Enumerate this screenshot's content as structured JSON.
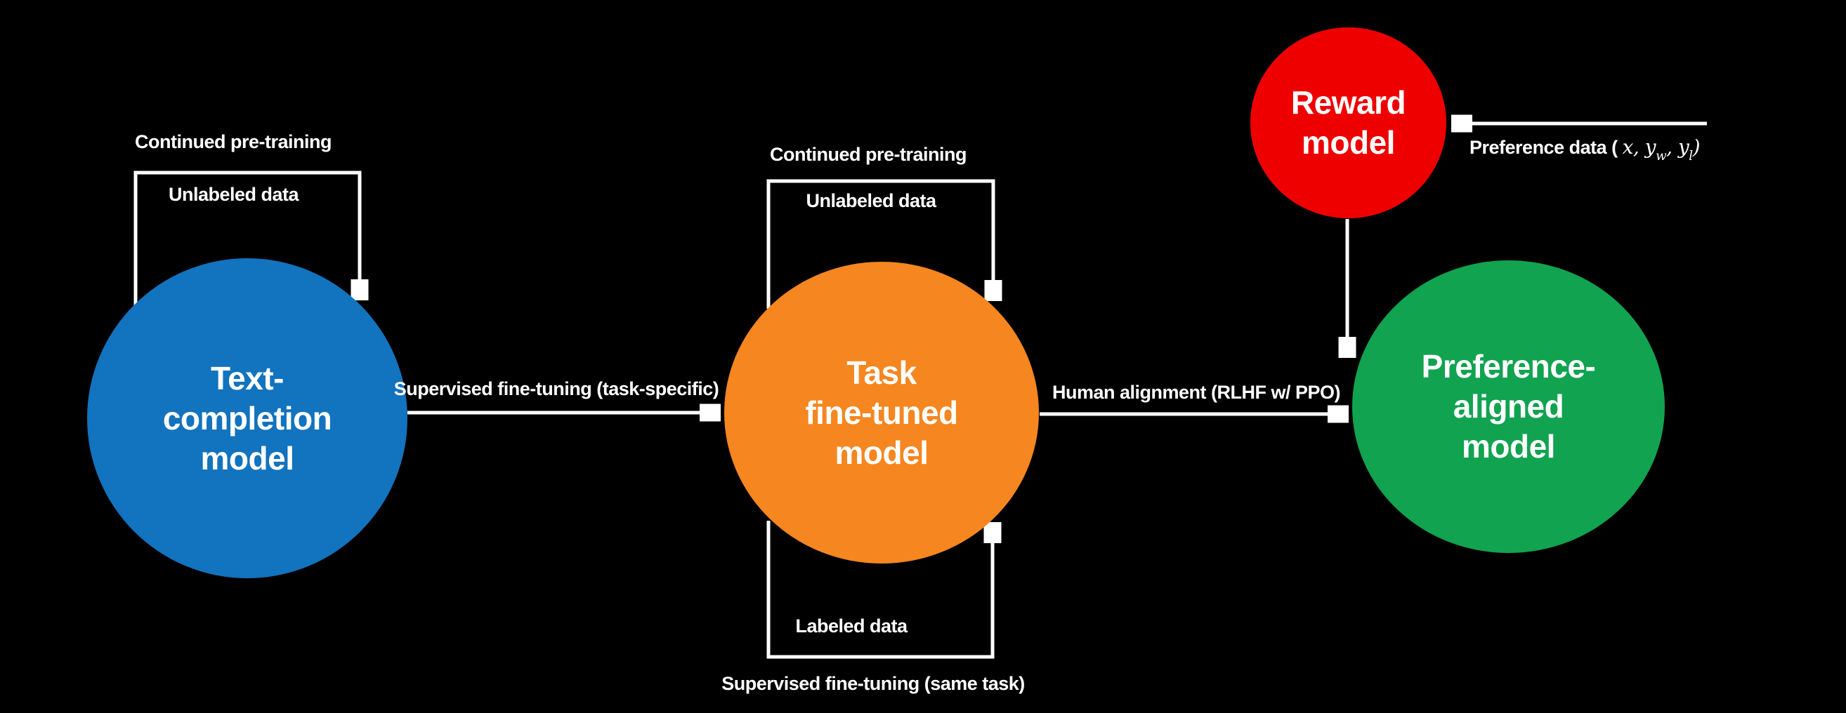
{
  "canvas": {
    "background": "#000000",
    "text_color": "#FFFFFF",
    "arrow_color": "#FFFFFF"
  },
  "nodes": {
    "text_completion": {
      "color": "#1273BE",
      "lines": [
        "Text-",
        "completion",
        "model"
      ]
    },
    "task_fine_tuned": {
      "color": "#F6861F",
      "lines": [
        "Task",
        "fine-tuned",
        "model"
      ]
    },
    "preference_aligned": {
      "color": "#11A350",
      "lines": [
        "Preference-",
        "aligned",
        "model"
      ]
    },
    "reward": {
      "color": "#EE0000",
      "lines": [
        "Reward",
        "model"
      ]
    }
  },
  "labels": {
    "blue_loop_title": "Continued pre-training",
    "blue_loop_data": "Unlabeled data",
    "sft_task_specific": "Supervised fine-tuning (task-specific)",
    "orange_loop_title": "Continued pre-training",
    "orange_loop_data": "Unlabeled data",
    "orange_bottom_data": "Labeled data",
    "sft_same_task": "Supervised fine-tuning (same task)",
    "rlhf": "Human alignment (RLHF w/ PPO)",
    "preference_prefix": "Preference data (",
    "preference_math": {
      "x": "x",
      "comma1": ",",
      "y1": "y",
      "sub1": "w",
      "comma2": ",",
      "y2": "y",
      "sub2": "l",
      "close": ")"
    }
  }
}
